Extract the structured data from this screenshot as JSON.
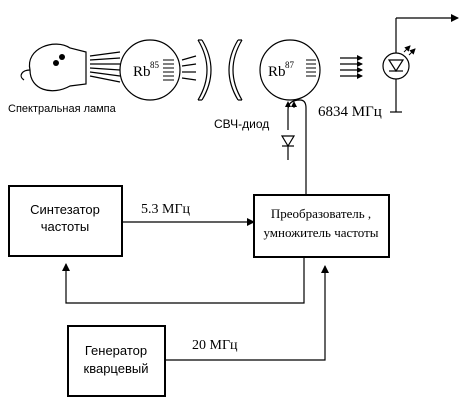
{
  "labels": {
    "lamp": "Спектральная лампа",
    "rb85_base": "Rb",
    "rb85_sup": "85",
    "rb87_base": "Rb",
    "rb87_sup": "87",
    "diode": "СВЧ-диод",
    "freq_6834": "6834 МГц",
    "synth_line1": "Синтезатор",
    "synth_line2": "частоты",
    "conv_line1": "Преобразователь ,",
    "conv_line2": "умножитель частоты",
    "gen_line1": "Генератор",
    "gen_line2": "кварцевый",
    "freq_5_3": "5.3 МГц",
    "freq_20": "20 МГц"
  }
}
